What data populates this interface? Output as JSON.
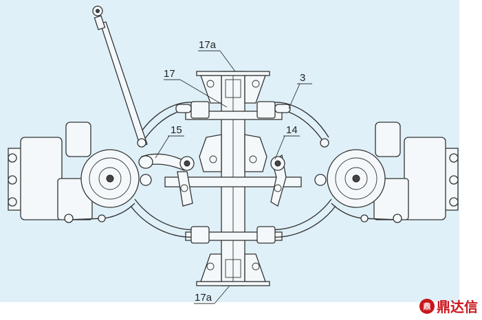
{
  "callouts": {
    "top_17a": "17a",
    "label_17": "17",
    "label_3": "3",
    "label_15": "15",
    "label_14": "14",
    "bottom_17a": "17a"
  },
  "watermark": {
    "text": "鼎达信",
    "mark": "鼎"
  },
  "colors": {
    "panel": "#dff0f8",
    "line": "#333333",
    "brand": "#c8161d"
  }
}
